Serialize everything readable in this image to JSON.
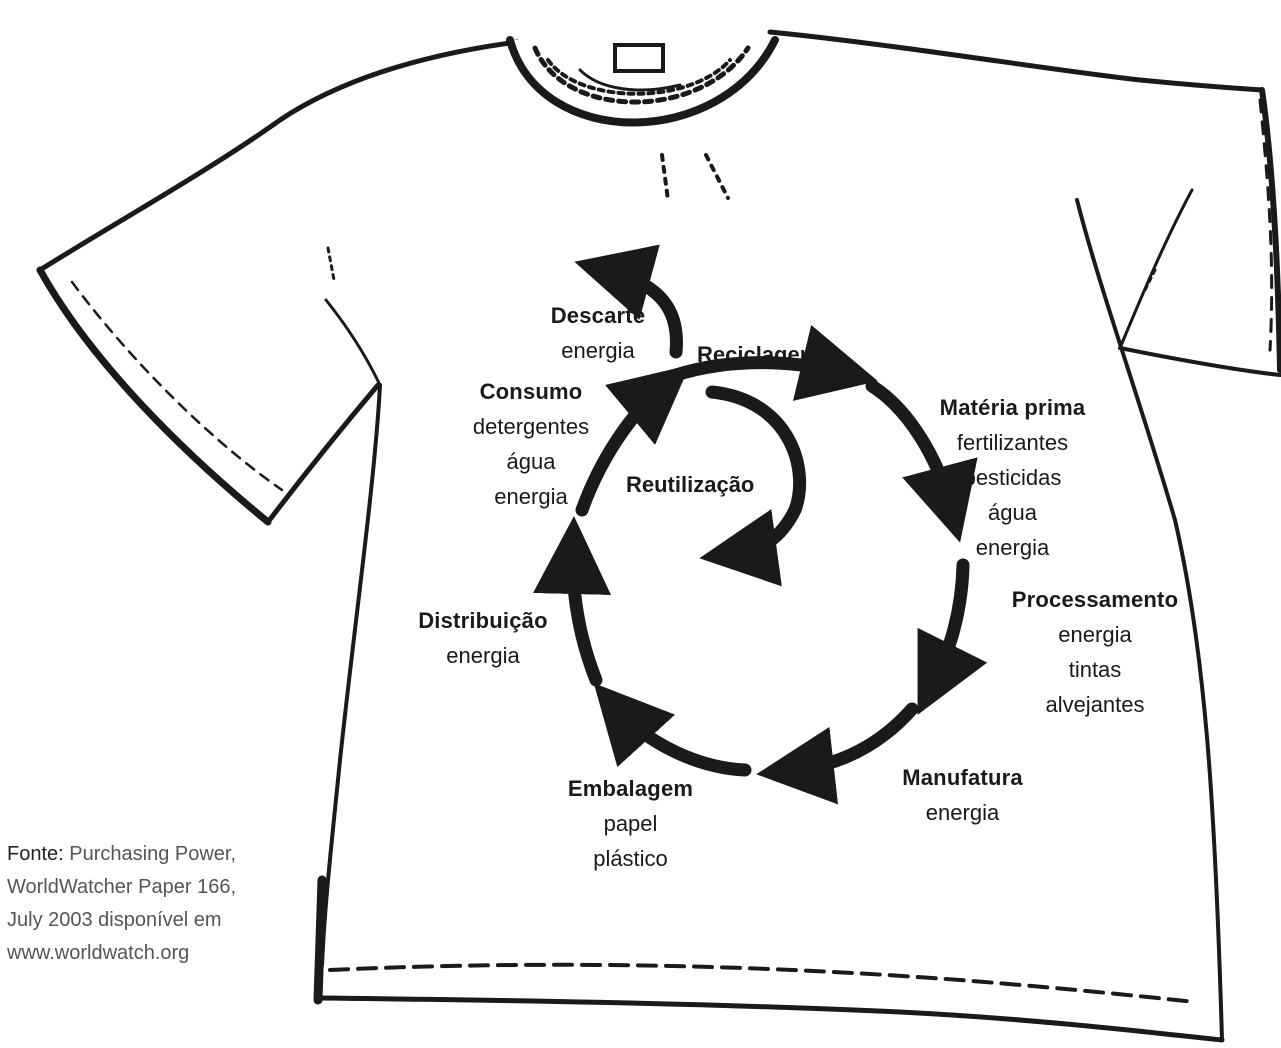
{
  "colors": {
    "ink": "#1a1a1a",
    "source_text": "#555555",
    "background": "#ffffff"
  },
  "stages": {
    "descarte": {
      "title": "Descarte",
      "items": [
        "energia"
      ]
    },
    "reciclagem": {
      "title": "Reciclagem"
    },
    "consumo": {
      "title": "Consumo",
      "items": [
        "detergentes",
        "água",
        "energia"
      ]
    },
    "reutilizacao": {
      "title": "Reutilização"
    },
    "materia_prima": {
      "title": "Matéria prima",
      "items": [
        "fertilizantes",
        "pesticidas",
        "água",
        "energia"
      ]
    },
    "processamento": {
      "title": "Processamento",
      "items": [
        "energia",
        "tintas",
        "alvejantes"
      ]
    },
    "distribuicao": {
      "title": "Distribuição",
      "items": [
        "energia"
      ]
    },
    "manufatura": {
      "title": "Manufatura",
      "items": [
        "energia"
      ]
    },
    "embalagem": {
      "title": "Embalagem",
      "items": [
        "papel",
        "plástico"
      ]
    }
  },
  "source": {
    "label": "Fonte:",
    "line1": "Purchasing Power,",
    "line2": "WorldWatcher Paper 166,",
    "line3": "July 2003 disponível em",
    "line4": "www.worldwatch.org"
  }
}
